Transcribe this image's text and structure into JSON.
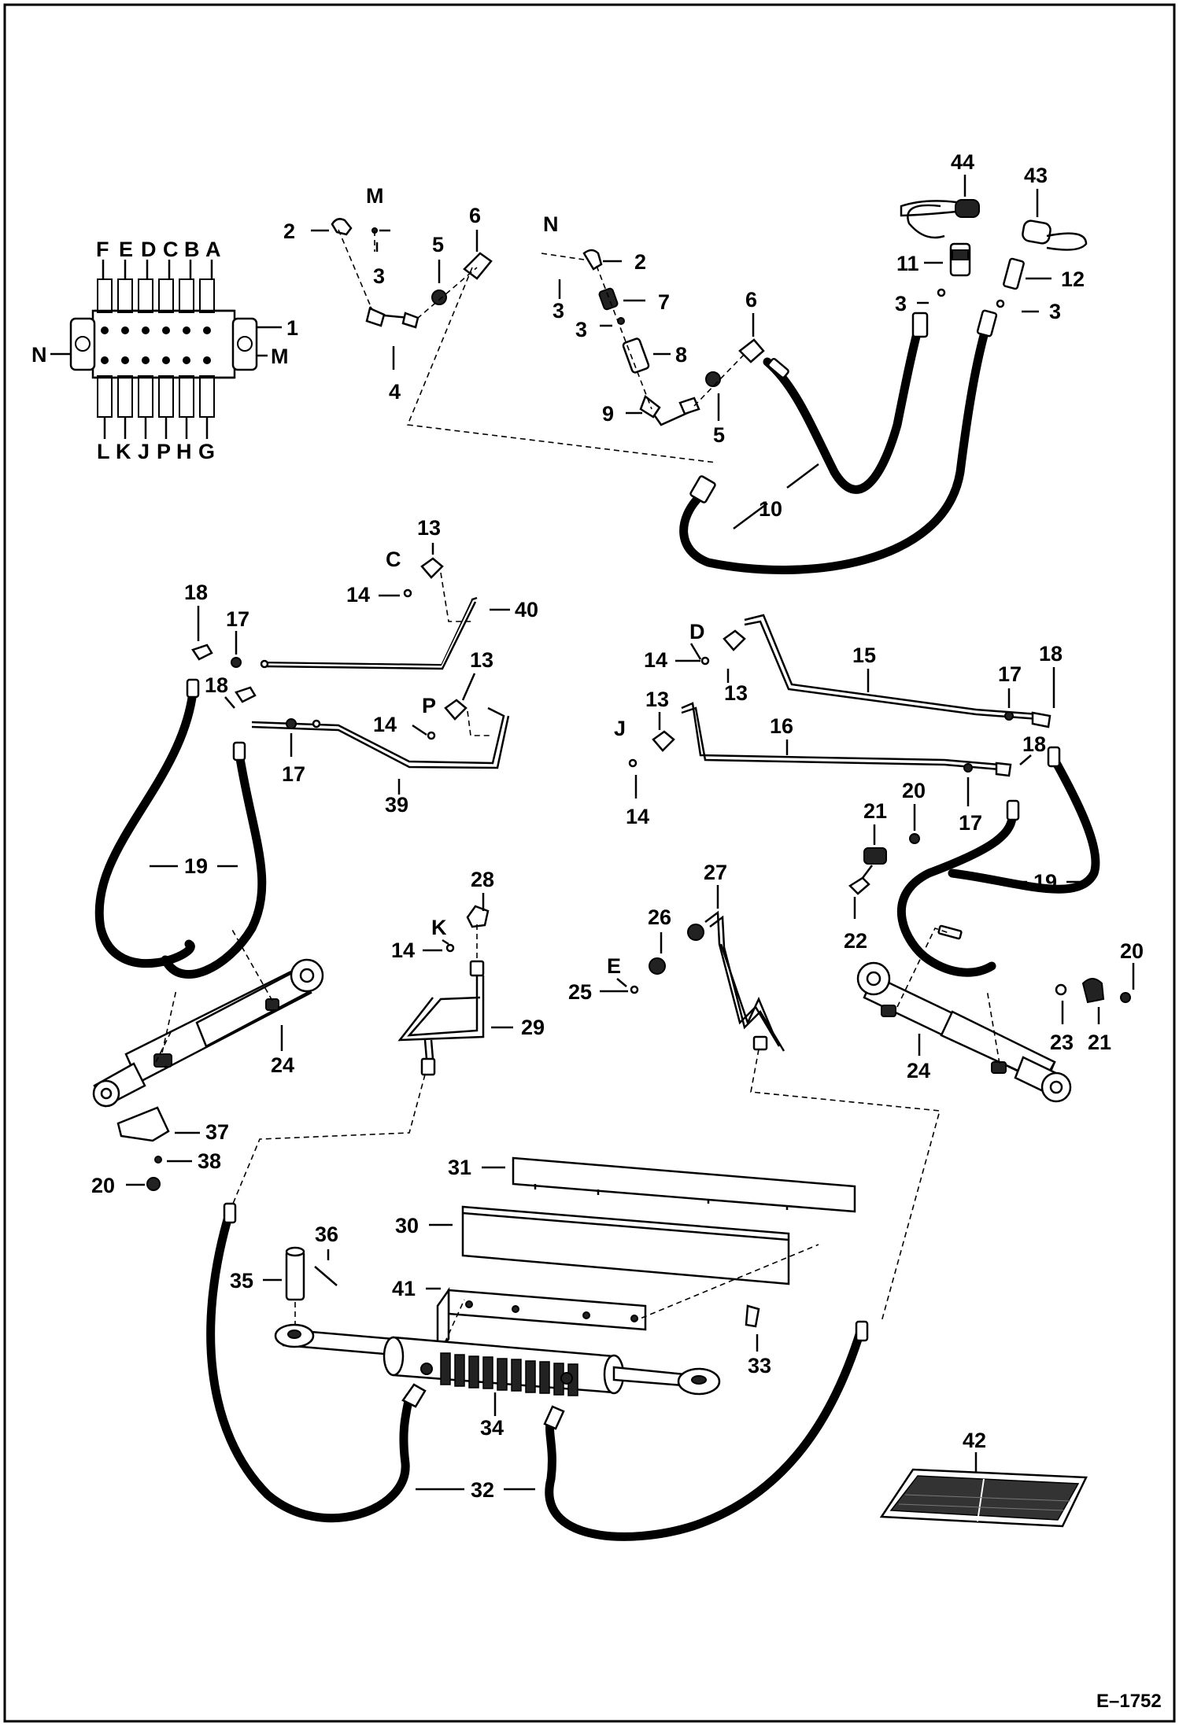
{
  "diagram_ref": "E–1752",
  "ports": {
    "A": "A",
    "B": "B",
    "C": "C",
    "D": "D",
    "E": "E",
    "F": "F",
    "G": "G",
    "H": "H",
    "J": "J",
    "K": "K",
    "L": "L",
    "M": "M",
    "N": "N",
    "P": "P"
  },
  "parts": {
    "p1": "1",
    "p2": "2",
    "p3": "3",
    "p4": "4",
    "p5": "5",
    "p6": "6",
    "p7": "7",
    "p8": "8",
    "p9": "9",
    "p10": "10",
    "p11": "11",
    "p12": "12",
    "p13": "13",
    "p14": "14",
    "p15": "15",
    "p16": "16",
    "p17": "17",
    "p18": "18",
    "p19": "19",
    "p20": "20",
    "p21": "21",
    "p22": "22",
    "p23": "23",
    "p24": "24",
    "p25": "25",
    "p26": "26",
    "p27": "27",
    "p28": "28",
    "p29": "29",
    "p30": "30",
    "p31": "31",
    "p32": "32",
    "p33": "33",
    "p34": "34",
    "p35": "35",
    "p36": "36",
    "p37": "37",
    "p38": "38",
    "p39": "39",
    "p40": "40",
    "p41": "41",
    "p42": "42",
    "p43": "43",
    "p44": "44"
  }
}
